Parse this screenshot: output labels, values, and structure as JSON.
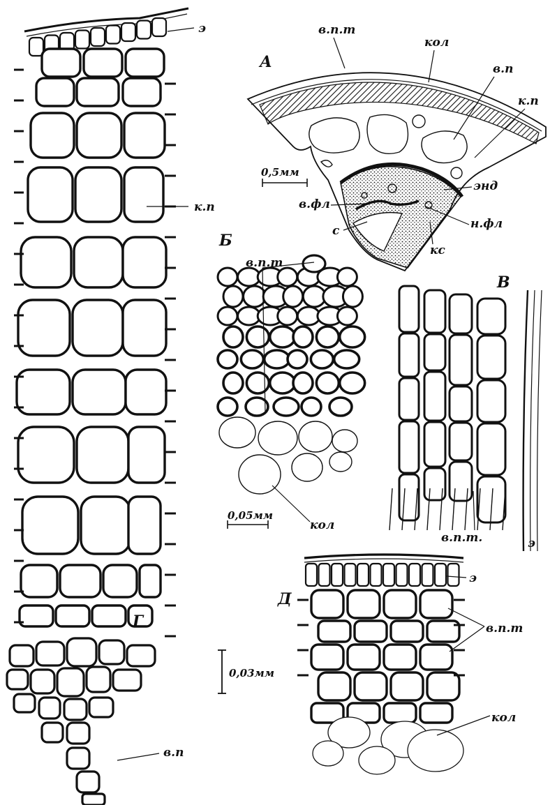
{
  "panels": {
    "A": {
      "letter": "А",
      "labels": {
        "vpt": "в.п.т",
        "kol": "кол",
        "vp": "в.п",
        "kp": "к.п",
        "end": "энд",
        "vfl": "в.фл",
        "nfl": "н.фл",
        "s": "с",
        "ks": "кс"
      },
      "scale": "0,5мм"
    },
    "B": {
      "letter": "Б",
      "labels": {
        "vpt": "в.п.т",
        "kol": "кол"
      },
      "scale": "0,05мм"
    },
    "V": {
      "letter": "В",
      "labels": {
        "vpt": "в.п.т.",
        "e": "э"
      }
    },
    "G": {
      "letter": "Г",
      "labels": {
        "e": "э",
        "kp": "к.п",
        "vp": "в.п"
      }
    },
    "D": {
      "letter": "Д",
      "labels": {
        "e": "э",
        "vpt": "в.п.т",
        "kol": "кол"
      }
    },
    "shared_scale": "0,03мм"
  },
  "colors": {
    "ink": "#111111",
    "paper": "#ffffff"
  }
}
